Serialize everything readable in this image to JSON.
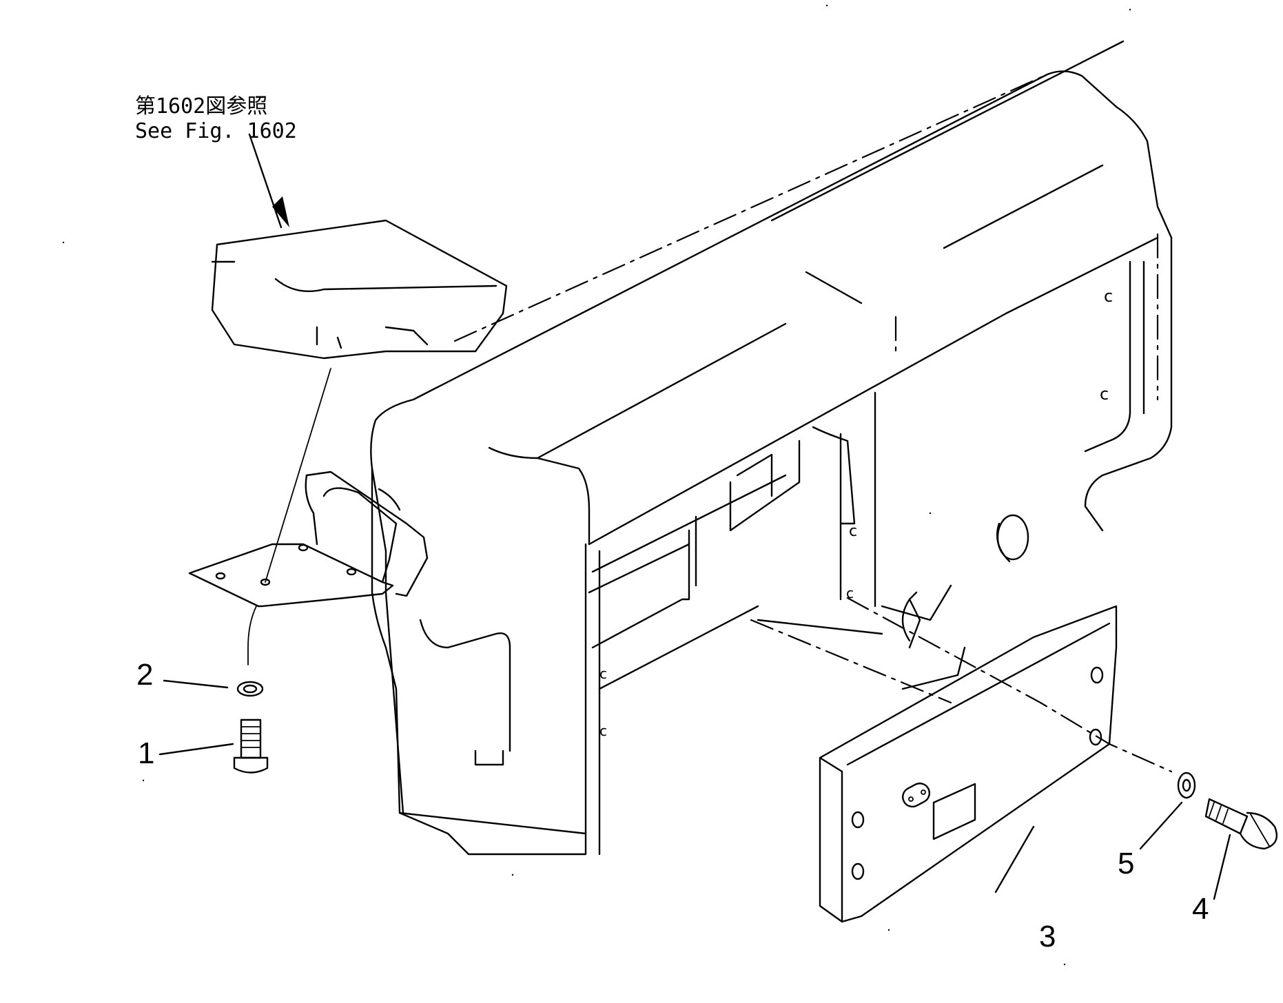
{
  "reference": {
    "line_jp": "第1602図参照",
    "line_en": "See Fig. 1602"
  },
  "callouts": [
    {
      "id": "1",
      "label": "1"
    },
    {
      "id": "2",
      "label": "2"
    },
    {
      "id": "3",
      "label": "3"
    },
    {
      "id": "4",
      "label": "4"
    },
    {
      "id": "5",
      "label": "5"
    }
  ],
  "colors": {
    "ink": "#000000",
    "paper": "#ffffff"
  }
}
